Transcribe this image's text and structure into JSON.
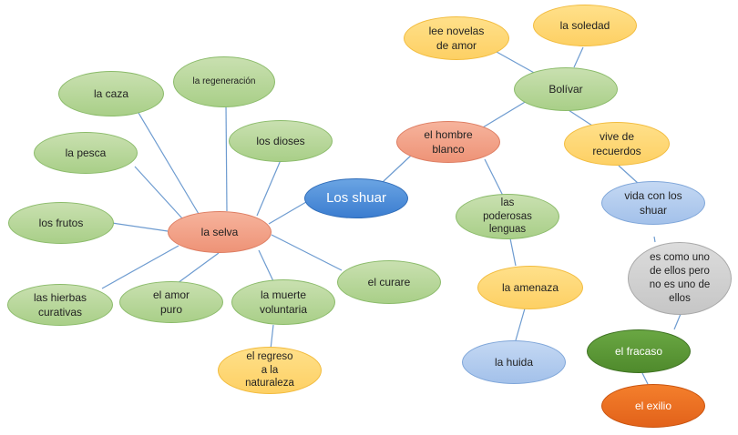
{
  "nodes": {
    "shuar": "Los shuar",
    "selva": "la selva",
    "caza": "la caza",
    "regeneracion": "la regeneración",
    "dioses": "los dioses",
    "pesca": "la pesca",
    "frutos": "los frutos",
    "hierbas": "las hierbas curativas",
    "amor_puro": "el amor puro",
    "muerte": "la muerte voluntaria",
    "curare": "el curare",
    "regreso": "el regreso a la naturaleza",
    "hombre_blanco": "el hombre blanco",
    "bolivar": "Bolívar",
    "novelas": "lee novelas de amor",
    "soledad": "la soledad",
    "recuerdos": "vive de recuerdos",
    "vida_shuar": "vida con los shuar",
    "como_uno": "es como uno de ellos pero no es uno de ellos",
    "fracaso": "el fracaso",
    "exilio": "el exilio",
    "lenguas": "las poderosas lenguas",
    "amenaza": "la amenaza",
    "huida": "la huida"
  },
  "colors": {
    "connector": "#6d9bd0",
    "green": "#a9cf88",
    "orange": "#fdd064",
    "blue": "#a3c1ea",
    "salmon": "#ee9377",
    "gray": "#c6c6c6",
    "center": "#3b7dd0",
    "dark_green": "#4f8a2c",
    "deep_orange": "#e2621a"
  }
}
